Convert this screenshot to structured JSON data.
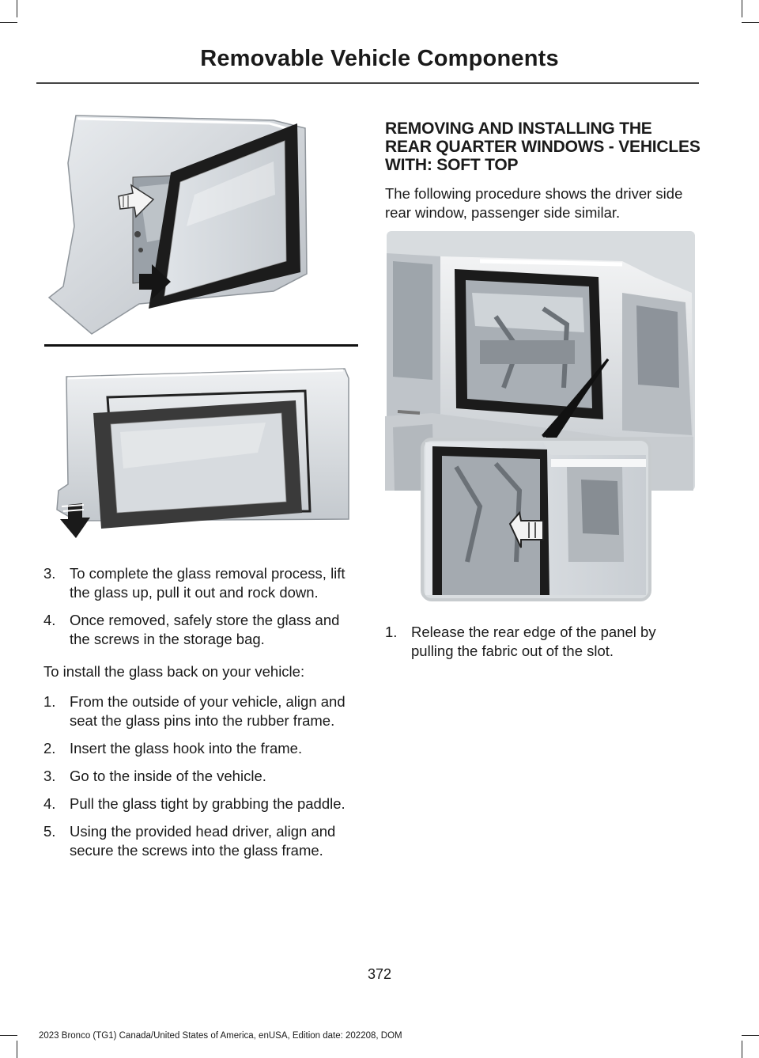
{
  "header": {
    "title": "Removable Vehicle Components"
  },
  "left_column": {
    "steps_removal": [
      {
        "number": "3.",
        "text": "To complete the glass removal process, lift the glass up, pull it out and rock down."
      },
      {
        "number": "4.",
        "text": "Once removed, safely store the glass and the screws in the storage bag."
      }
    ],
    "install_intro": "To install the glass back on your vehicle:",
    "steps_install": [
      {
        "number": "1.",
        "text": "From the outside of your vehicle, align and seat the glass pins into the rubber frame."
      },
      {
        "number": "2.",
        "text": "Insert the glass hook into the frame."
      },
      {
        "number": "3.",
        "text": "Go to the inside of the vehicle."
      },
      {
        "number": "4.",
        "text": "Pull the glass tight by grabbing the paddle."
      },
      {
        "number": "5.",
        "text": "Using the provided head driver, align and secure the screws into the glass frame."
      }
    ]
  },
  "right_column": {
    "heading": "REMOVING AND INSTALLING THE REAR QUARTER WINDOWS - VEHICLES WITH: SOFT TOP",
    "intro": "The following procedure shows the driver side rear window, passenger side similar.",
    "steps": [
      {
        "number": "1.",
        "text": "Release the rear edge of the panel by pulling the fabric out of the slot."
      }
    ]
  },
  "footer": {
    "page_number": "372",
    "edition": "2023 Bronco (TG1) Canada/United States of America, enUSA, Edition date: 202208, DOM"
  }
}
